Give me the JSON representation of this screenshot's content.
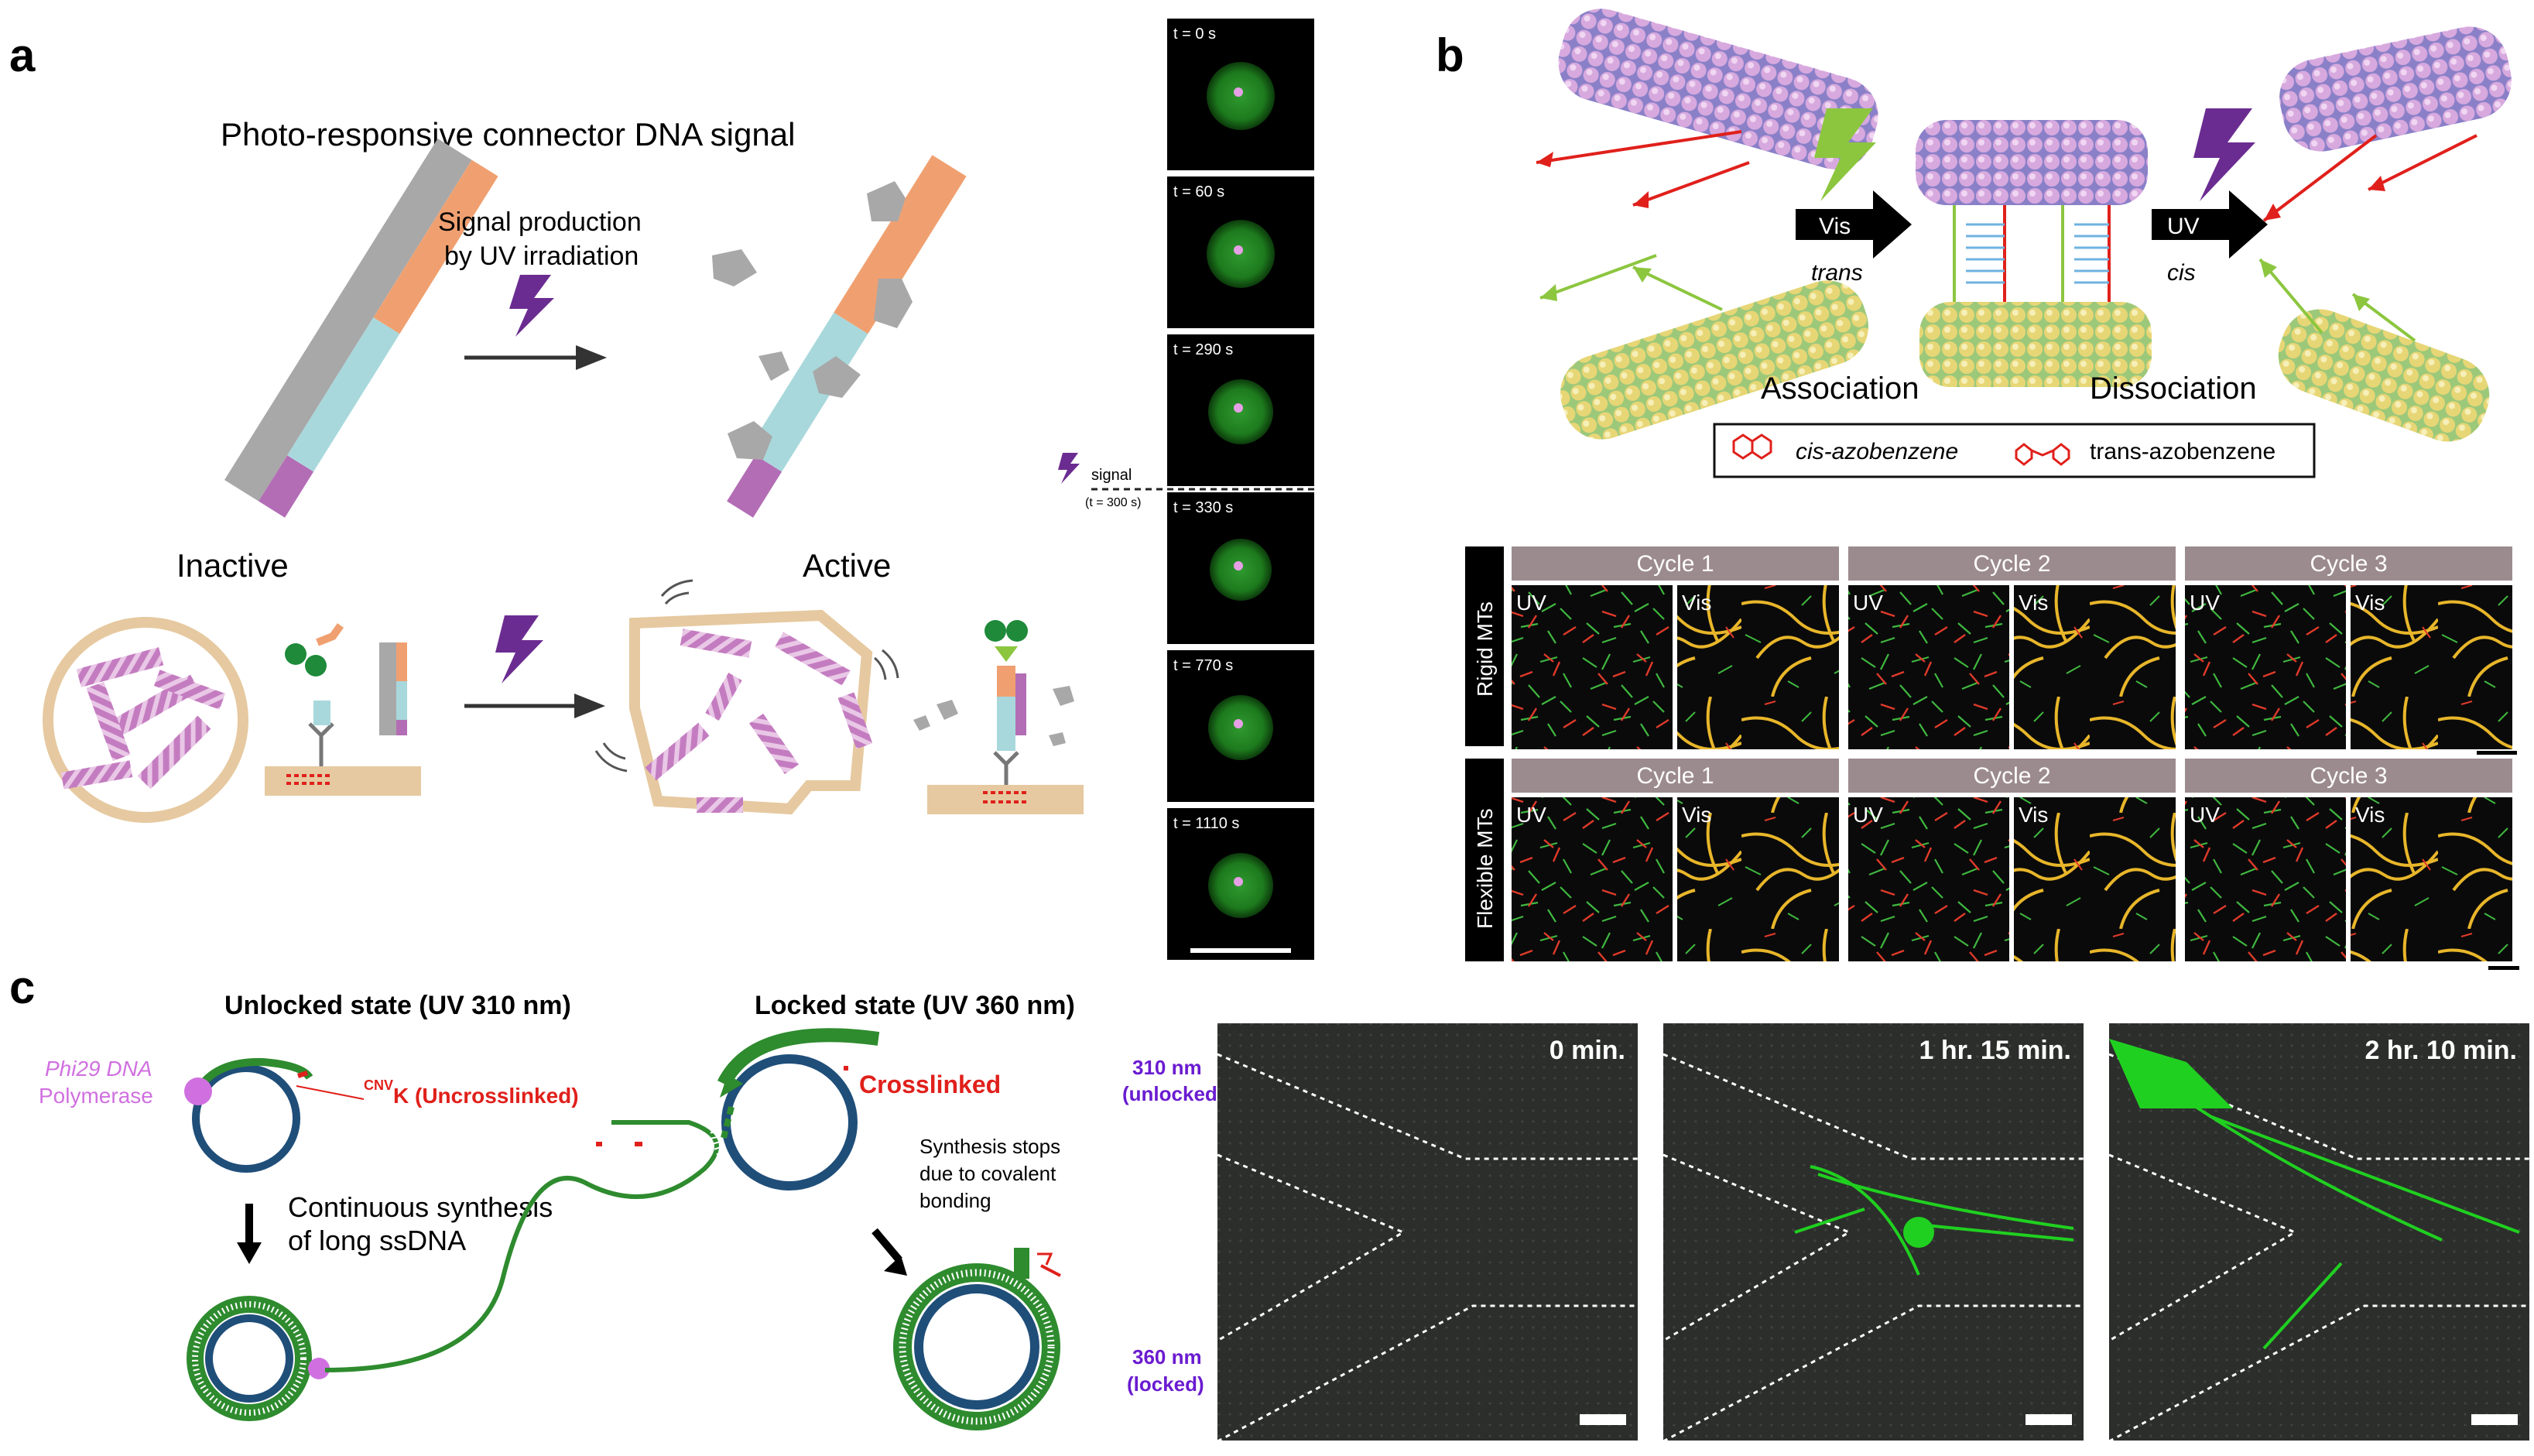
{
  "panel_a": {
    "letter": "a",
    "title": "Photo-responsive connector DNA signal",
    "signal_line1": "Signal production",
    "signal_line2": "by UV irradiation",
    "inactive": "Inactive",
    "active": "Active",
    "signal_label": "signal",
    "signal_time": "(t = 300 s)",
    "timepoints": [
      "t = 0 s",
      "t = 60 s",
      "t = 290 s",
      "t = 330 s",
      "t = 770 s",
      "t = 1110 s"
    ]
  },
  "panel_b": {
    "letter": "b",
    "vis": "Vis",
    "trans": "trans",
    "uv": "UV",
    "cis": "cis",
    "association": "Association",
    "dissociation": "Dissociation",
    "legend_cis": "cis-azobenzene",
    "legend_trans": "trans-azobenzene",
    "row_rigid": "Rigid MTs",
    "row_flexible": "Flexible MTs",
    "cycles": [
      "Cycle 1",
      "Cycle 2",
      "Cycle 3"
    ],
    "uv_tag": "UV",
    "vis_tag": "Vis"
  },
  "panel_c": {
    "letter": "c",
    "unlocked_title": "Unlocked state (UV 310 nm)",
    "locked_title": "Locked state (UV 360 nm)",
    "polymerase_1": "Phi29 DNA",
    "polymerase_2": "Polymerase",
    "uncrosslinked": "K (Uncrosslinked)",
    "cnv": "CNV",
    "continuous_1": "Continuous synthesis",
    "continuous_2": "of long ssDNA",
    "crosslinked": "Crosslinked",
    "stops_1": "Synthesis stops",
    "stops_2": "due to covalent",
    "stops_3": "bonding",
    "nm310": "310 nm",
    "unlocked": "(unlocked)",
    "nm360": "360 nm",
    "locked": "(locked)",
    "times": [
      "0 min.",
      "1 hr. 15 min.",
      "2 hr. 10 min."
    ]
  },
  "colors": {
    "orange": "#f0a070",
    "lightblue": "#a8d8dc",
    "magenta": "#b36db5",
    "gray": "#a8a8a8",
    "tan": "#e6c9a0",
    "purple_bolt": "#6b2c91",
    "green_bolt": "#8cc63f",
    "red": "#e0201b",
    "dna_green": "#2e8b2e",
    "dna_blue": "#1f4e79",
    "violet_text": "#6a1bd0",
    "polymerase": "#d070e0"
  }
}
